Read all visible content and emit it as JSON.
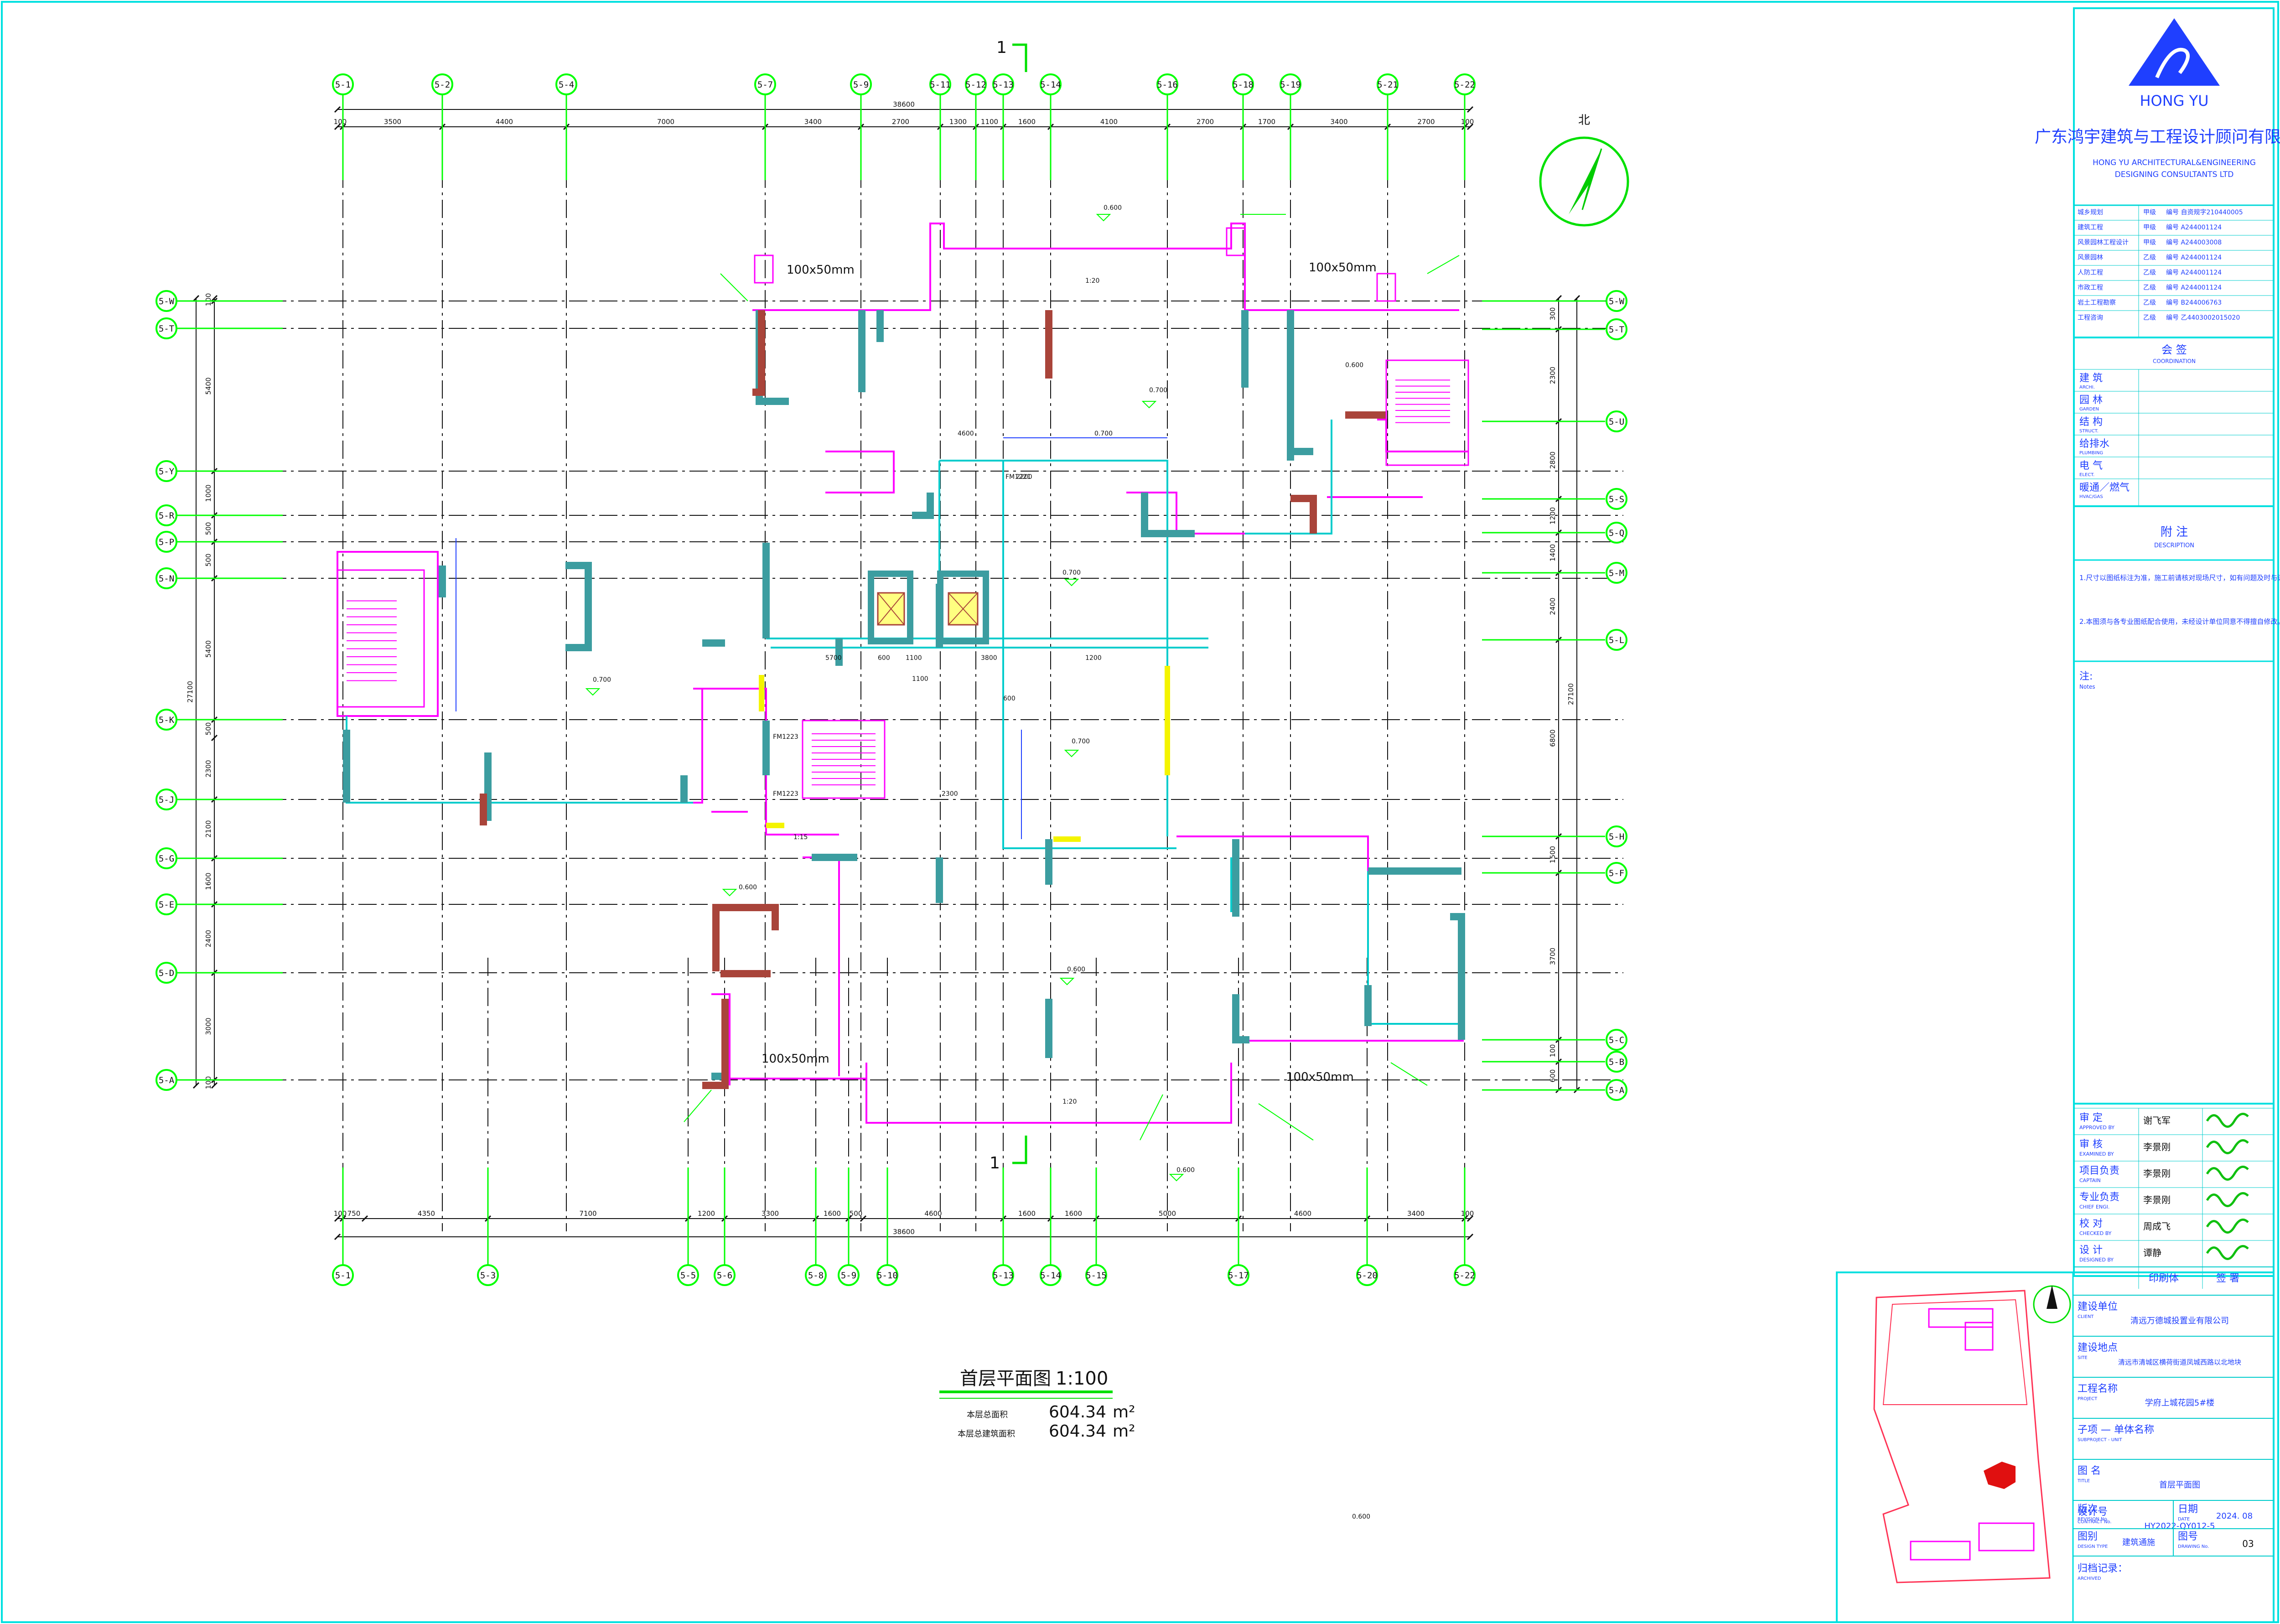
{
  "colors": {
    "grid": "#00ff00",
    "axis": "#111111",
    "wall": "#3c9da0",
    "wall_dark": "#a9443a",
    "magenta": "#ff00ff",
    "cyan": "#00cccc",
    "blue": "#1f3fff",
    "yellow": "#f4f400"
  },
  "drawing": {
    "title": "首层平面图",
    "scale": "1:100",
    "area_lines": [
      {
        "label": "本层总面积",
        "value": "604.34",
        "unit": "m²"
      },
      {
        "label": "本层总建筑面积",
        "value": "604.34",
        "unit": "m²"
      }
    ],
    "section_mark": "1",
    "north_label": "北",
    "top_axes": [
      "5-1",
      "5-2",
      "5-4",
      "5-7",
      "5-9",
      "5-11",
      "5-12",
      "5-13",
      "5-14",
      "5-16",
      "5-18",
      "5-19",
      "5-21",
      "5-22"
    ],
    "bottom_axes": [
      "5-1",
      "5-3",
      "5-5",
      "5-6",
      "5-8",
      "5-9",
      "5-10",
      "5-13",
      "5-14",
      "5-15",
      "5-17",
      "5-20",
      "5-22"
    ],
    "left_axes": [
      "5-W",
      "5-T",
      "5-Y",
      "5-R",
      "5-P",
      "5-N",
      "5-K",
      "5-J",
      "5-G",
      "5-E",
      "5-D",
      "5-A"
    ],
    "right_axes": [
      "5-W",
      "5-T",
      "5-U",
      "5-S",
      "5-Q",
      "5-M",
      "5-L",
      "5-H",
      "5-F",
      "5-C",
      "5-B",
      "5-A"
    ],
    "top_dims": [
      "100",
      "3500",
      "4400",
      "7000",
      "3400",
      "2700",
      "1300",
      "1100",
      "1600",
      "4100",
      "2700",
      "1700",
      "3400",
      "2700",
      "100"
    ],
    "top_total": "38600",
    "bottom_dims": [
      "100",
      "750",
      "4350",
      "7100",
      "1200",
      "3300",
      "1600",
      "500",
      "4600",
      "1600",
      "1600",
      "5000",
      "4600",
      "3400",
      "100"
    ],
    "bottom_total": "38600",
    "left_dims": [
      "100",
      "5400",
      "1000",
      "500",
      "500",
      "5400",
      "500",
      "2300",
      "2100",
      "1600",
      "2400",
      "3000",
      "100"
    ],
    "left_total": "27100",
    "right_dims": [
      "300",
      "2300",
      "2800",
      "1200",
      "1400",
      "2400",
      "6800",
      "1500",
      "3700",
      "100",
      "600"
    ],
    "right_total": "27100",
    "annotations": [
      "100x50mm",
      "100x50mm",
      "100x50mm",
      "100x50mm",
      "1:20",
      "1:20",
      "1:15",
      "FM1221",
      "FM1223",
      "FM1223",
      "2300",
      "1100",
      "600",
      "600",
      "1100",
      "3800",
      "5700",
      "1200",
      "2200",
      "4600",
      "0.700",
      "0.700",
      "0.700",
      "0.700",
      "0.700",
      "0.600",
      "0.600",
      "0.600",
      "0.600",
      "0.600",
      "0.600"
    ]
  },
  "title_block": {
    "company_cn": "广东鸿宇建筑与工程设计顾问有限公司",
    "company_en_1": "HONG YU ARCHITECTURAL&ENGINEERING",
    "company_en_2": "DESIGNING CONSULTANTS LTD",
    "logo_text": "HONG YU",
    "qual_rows": [
      {
        "name": "城乡规划",
        "grade": "甲级",
        "code": "编号 自资规字210440005"
      },
      {
        "name": "建筑工程",
        "grade": "甲级",
        "code": "编号 A244001124"
      },
      {
        "name": "风景园林工程设计",
        "grade": "甲级",
        "code": "编号 A244003008"
      },
      {
        "name": "风景园林",
        "grade": "乙级",
        "code": "编号 A244001124"
      },
      {
        "name": "人防工程",
        "grade": "乙级",
        "code": "编号 A244001124"
      },
      {
        "name": "市政工程",
        "grade": "乙级",
        "code": "编号 A244001124"
      },
      {
        "name": "岩土工程勘察",
        "grade": "乙级",
        "code": "编号 B244006763"
      },
      {
        "name": "工程咨询",
        "grade": "乙级",
        "code": "编号 乙4403002015020"
      }
    ],
    "joint_sign_title": "会 签",
    "joint_sign_en": "COORDINATION",
    "joint_sign_rows": [
      {
        "cn": "建 筑",
        "en": "ARCHI."
      },
      {
        "cn": "园 林",
        "en": "GARDEN"
      },
      {
        "cn": "结 构",
        "en": "STRUCT."
      },
      {
        "cn": "给排水",
        "en": "PLUMBING"
      },
      {
        "cn": "电 气",
        "en": "ELECT."
      },
      {
        "cn": "暖通／燃气",
        "en": "HVAC/GAS"
      }
    ],
    "notes_title": "附 注",
    "notes_en": "DESCRIPTION",
    "notes": [
      "1.尺寸以图纸标注为准，施工前请核对现场尺寸，如有问题及时与设计人联系。",
      "2.本图须与各专业图纸配合使用，未经设计单位同意不得擅自修改。"
    ],
    "remark_label": "注:",
    "remark_en": "Notes",
    "roles": [
      {
        "cn": "审 定",
        "en": "APPROVED BY",
        "name": "谢飞军"
      },
      {
        "cn": "审 核",
        "en": "EXAMINED BY",
        "name": "李景刚"
      },
      {
        "cn": "项目负责",
        "en": "CAPTAIN",
        "name": "李景刚"
      },
      {
        "cn": "专业负责",
        "en": "CHIEF ENGI.",
        "name": "李景刚"
      },
      {
        "cn": "校 对",
        "en": "CHECKED BY",
        "name": "周成飞"
      },
      {
        "cn": "设 计",
        "en": "DESIGNED BY",
        "name": "谭静"
      }
    ],
    "print_name_label": "印刷体",
    "signature_label": "签 署",
    "client_label": "建设单位",
    "client_en": "CLIENT",
    "client": "清远万德城投置业有限公司",
    "site_label": "建设地点",
    "site_en": "SITE",
    "site": "清远市清城区横荷街道凤城西路以北地块",
    "project_label": "工程名称",
    "project_en": "PROJECT",
    "project": "学府上城花园5#楼",
    "subproject_label": "子项 — 单体名称",
    "subproject_en": "SUBPROJECT - UNIT",
    "title_label": "图 名",
    "title_en": "TITLE",
    "title": "首层平面图",
    "contract_label": "设计号",
    "contract_en": "CONTRACT No.",
    "contract": "HY2022-QY012-5",
    "revision_label": "版次",
    "revision_en": "REVISION No.",
    "date_label": "日期",
    "date_en": "DATE",
    "date": "2024. 08",
    "sheet_type_label": "图别",
    "sheet_type_en": "DESIGN TYPE",
    "sheet_type": "建筑通施",
    "sheet_no_label": "图号",
    "sheet_no_en": "DRAWING No.",
    "sheet_no": "03",
    "archive_label": "归档记录：",
    "archive_en": "ARCHIVED"
  }
}
